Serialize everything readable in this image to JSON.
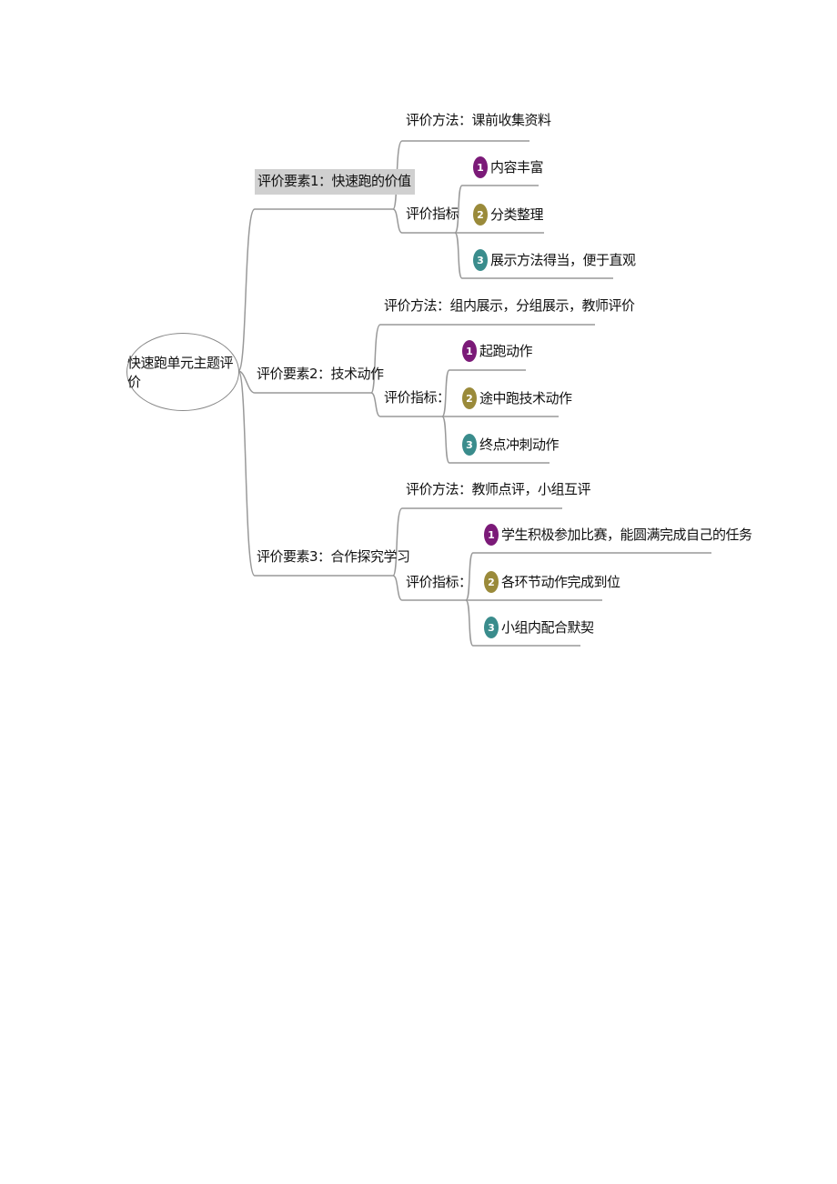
{
  "root": "快速跑单元主题评价",
  "colors": {
    "badge1": "#7b1a78",
    "badge2": "#9a8a3a",
    "badge3": "#3a8c8c",
    "line": "#999999",
    "highlight": "#d0d0d0"
  },
  "elements": [
    {
      "title": "评价要素1：快速跑的价值",
      "method": "评价方法：课前收集资料",
      "indicator_label": "评价指标",
      "items": [
        {
          "num": "1",
          "text": "内容丰富"
        },
        {
          "num": "2",
          "text": "分类整理"
        },
        {
          "num": "3",
          "text": "展示方法得当，便于直观"
        }
      ]
    },
    {
      "title": "评价要素2：技术动作",
      "method": "评价方法：组内展示，分组展示，教师评价",
      "indicator_label": "评价指标：",
      "items": [
        {
          "num": "1",
          "text": "起跑动作"
        },
        {
          "num": "2",
          "text": "途中跑技术动作"
        },
        {
          "num": "3",
          "text": "终点冲刺动作"
        }
      ]
    },
    {
      "title": "评价要素3：合作探究学习",
      "method": "评价方法：教师点评，小组互评",
      "indicator_label": "评价指标：",
      "items": [
        {
          "num": "1",
          "text": "学生积极参加比赛，能圆满完成自己的任务"
        },
        {
          "num": "2",
          "text": "各环节动作完成到位"
        },
        {
          "num": "3",
          "text": "小组内配合默契"
        }
      ]
    }
  ]
}
